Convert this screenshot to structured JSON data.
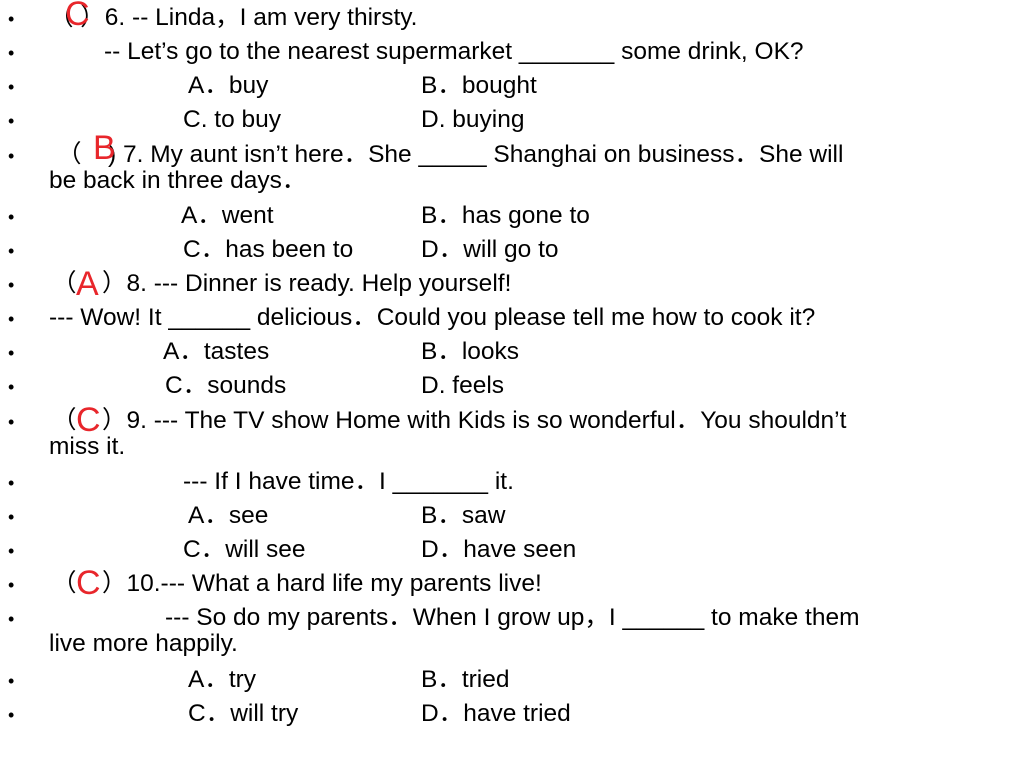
{
  "bullet": "•",
  "lines": {
    "q6_stem": "（ ）6.  -- Linda，I am very thirsty.",
    "q6_line2": "-- Let’s go to the nearest supermarket _______ some drink, OK?",
    "q6_a": "A．buy",
    "q6_b": "B．bought",
    "q6_c": "C. to buy",
    "q6_d": "D. buying",
    "q7_stem_a": "（",
    "q7_stem_b": ") 7.  My aunt isn’t here．She _____ Shanghai on business．She will",
    "q7_stem_wrap": "be back in three days．",
    "q7_a": "A．went",
    "q7_b": "B．has gone to",
    "q7_c": "C．has been to",
    "q7_d": "D．will go to",
    "q8_stem_a": "（",
    "q8_stem_b": "）8.  --- Dinner is ready. Help yourself!",
    "q8_line2": "--- Wow! It ______ delicious．Could you please tell me how to cook it?",
    "q8_a": "A．tastes",
    "q8_b": "B．looks",
    "q8_c": "C．sounds",
    "q8_d": "D. feels",
    "q9_stem_a": "（",
    "q9_stem_b": "）9.  --- The TV show Home with Kids is so wonderful．You shouldn’t",
    "q9_stem_wrap": "miss it.",
    "q9_line2": "--- If I have time．I _______ it.",
    "q9_a": "A．see",
    "q9_b": "B．saw",
    "q9_c": "C．will see",
    "q9_d": "D．have seen",
    "q10_stem_a": "（",
    "q10_stem_b": "）10.--- What a hard life my parents live!",
    "q10_line2": "--- So do my parents．When I grow up，I ______ to make them",
    "q10_line2_wrap": "live more happily.",
    "q10_a": "A．try",
    "q10_b": "B．tried",
    "q10_c": "C．will try",
    "q10_d": "D．have tried"
  },
  "answers": {
    "q6": "C",
    "q7": "B",
    "q8": "A",
    "q9": "C",
    "q10": "C"
  },
  "colors": {
    "text": "#000000",
    "answer": "#e8262b",
    "background": "#ffffff"
  }
}
